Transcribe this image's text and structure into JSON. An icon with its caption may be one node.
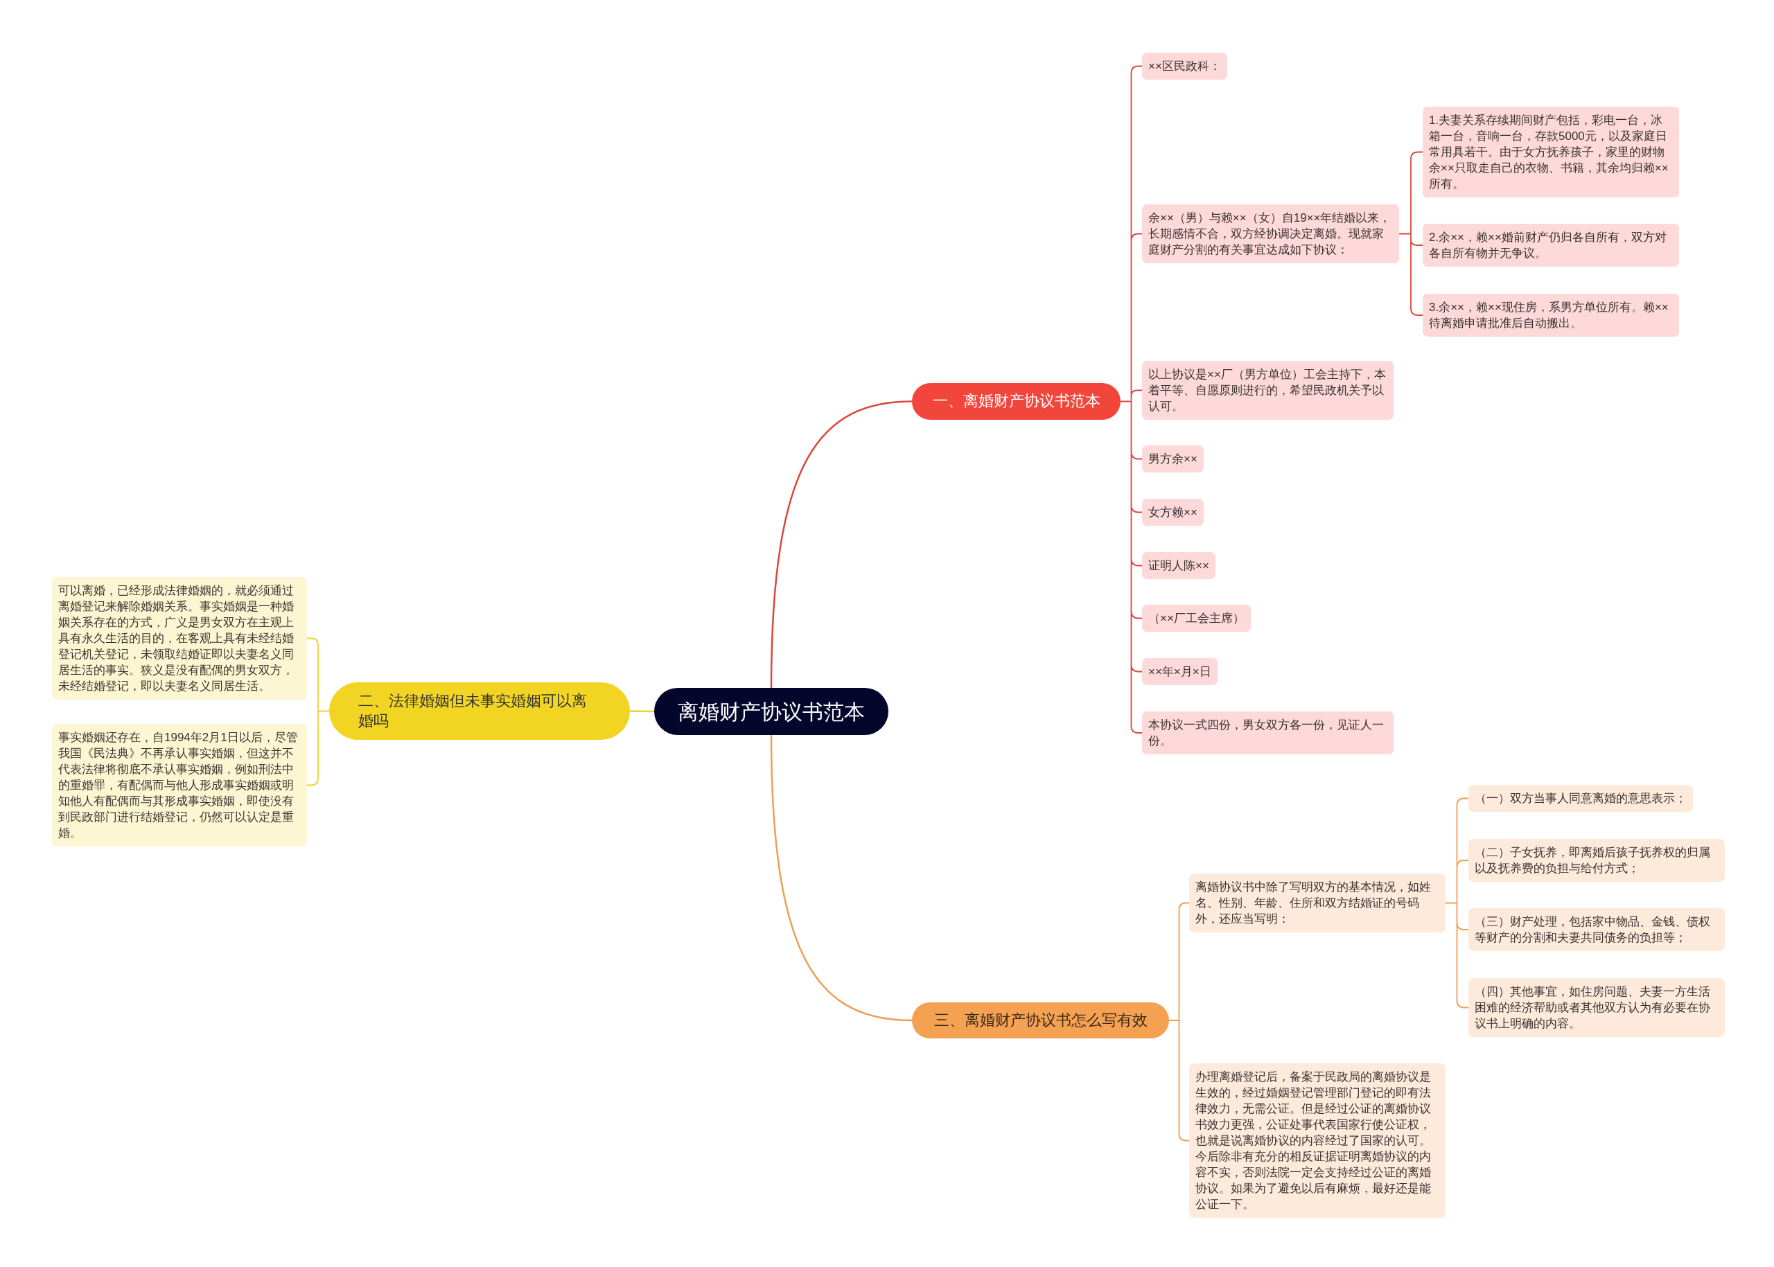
{
  "diagram": {
    "nodes": [
      {
        "text": [
          "离婚财产协议书范本"
        ]
      },
      {
        "text": [
          "一、离婚财产协议书范本"
        ]
      },
      {
        "text": [
          "××区民政科："
        ]
      },
      {
        "text": [
          "余××（男）与赖××（女）自19××年结婚以来，长期感情不合，双方经协调决定离婚。现就家庭财产分割的有关事宜达成如下协议："
        ]
      },
      {
        "text": [
          "1.夫妻关系存续期间财产包括，彩电一台，冰箱一台，音响一台，存款5000元，以及家庭日常用具若干。由于女方抚养孩子，家里的财物余××只取走自己的衣物、书籍，其余均归赖××所有。"
        ]
      },
      {
        "text": [
          "2.余××，赖××婚前财产仍归各自所有，双方对各自所有物并无争议。"
        ]
      },
      {
        "text": [
          "3.余××，赖××现住房，系男方单位所有。赖××待离婚申请批准后自动搬出。"
        ]
      },
      {
        "text": [
          "以上协议是××厂（男方单位）工会主持下，本着平等、自愿原则进行的，希望民政机关予以认可。"
        ]
      },
      {
        "text": [
          "男方余××"
        ]
      },
      {
        "text": [
          "女方赖××"
        ]
      },
      {
        "text": [
          "证明人陈××"
        ]
      },
      {
        "text": [
          "（××厂工会主席）"
        ]
      },
      {
        "text": [
          "××年×月×日"
        ]
      },
      {
        "text": [
          "本协议一式四份，男女双方各一份，见证人一份。"
        ]
      },
      {
        "text": [
          "二、法律婚姻但未事实婚姻可以离婚吗"
        ]
      },
      {
        "text": [
          "可以离婚，已经形成法律婚姻的，就必须通过离婚登记来解除婚姻关系。事实婚姻是一种婚姻关系存在的方式，广义是男女双方在主观上具有永久生活的目的，在客观上具有未经结婚登记机关登记，未领取结婚证即以夫妻名义同居生活的事实。狭义是没有配偶的男女双方，未经结婚登记，即以夫妻名义同居生活。"
        ]
      },
      {
        "text": [
          "事实婚姻还存在，自1994年2月1日以后，尽管我国《民法典》不再承认事实婚姻，但这并不代表法律将彻底不承认事实婚姻，例如刑法中的重婚罪，有配偶而与他人形成事实婚姻或明知他人有配偶而与其形成事实婚姻，即使没有到民政部门进行结婚登记，仍然可以认定是重婚。"
        ]
      },
      {
        "text": [
          "三、离婚财产协议书怎么写有效"
        ]
      },
      {
        "text": [
          "离婚协议书中除了写明双方的基本情况，如姓名、性别、年龄、住所和双方结婚证的号码外，还应当写明："
        ]
      },
      {
        "text": [
          "（一）双方当事人同意离婚的意思表示；"
        ]
      },
      {
        "text": [
          "（二）子女抚养，即离婚后孩子抚养权的归属以及抚养费的负担与给付方式；"
        ]
      },
      {
        "text": [
          "（三）财产处理，包括家中物品、金钱、债权等财产的分割和夫妻共同债务的负担等；"
        ]
      },
      {
        "text": [
          "（四）其他事宜，如住房问题、夫妻一方生活困难的经济帮助或者其他双方认为有必要在协议书上明确的内容。"
        ]
      },
      {
        "text": [
          "办理离婚登记后，备案于民政局的离婚协议是生效的，经过婚姻登记管理部门登记的即有法律效力，无需公证。但是经过公证的离婚协议书效力更强，公证处事代表国家行使公证权，也就是说离婚协议的内容经过了国家的认可。今后除非有充分的相反证据证明离婚协议的内容不实，否则法院一定会支持经过公证的离婚协议。如果为了避免以后有麻烦，最好还是能公证一下。"
        ]
      }
    ],
    "edges": [
      {
        "from": 0,
        "to": 1,
        "arrow": "none"
      },
      {
        "from": 1,
        "to": 2,
        "arrow": "none"
      },
      {
        "from": 1,
        "to": 3,
        "arrow": "none"
      },
      {
        "from": 3,
        "to": 4,
        "arrow": "none"
      },
      {
        "from": 3,
        "to": 5,
        "arrow": "none"
      },
      {
        "from": 3,
        "to": 6,
        "arrow": "none"
      },
      {
        "from": 1,
        "to": 7,
        "arrow": "none"
      },
      {
        "from": 1,
        "to": 8,
        "arrow": "none"
      },
      {
        "from": 1,
        "to": 9,
        "arrow": "none"
      },
      {
        "from": 1,
        "to": 10,
        "arrow": "none"
      },
      {
        "from": 1,
        "to": 11,
        "arrow": "none"
      },
      {
        "from": 1,
        "to": 12,
        "arrow": "none"
      },
      {
        "from": 1,
        "to": 13,
        "arrow": "none"
      },
      {
        "from": 0,
        "to": 14,
        "arrow": "none",
        "color": "#efd02c"
      },
      {
        "from": 14,
        "to": 15,
        "arrow": "none",
        "color": "#efd02c"
      },
      {
        "from": 14,
        "to": 16,
        "arrow": "none",
        "color": "#efd02c"
      },
      {
        "from": 0,
        "to": 17,
        "arrow": "none",
        "color": "#ee9f55"
      },
      {
        "from": 17,
        "to": 18,
        "arrow": "none",
        "color": "#ee9f55"
      },
      {
        "from": 18,
        "to": 19,
        "arrow": "none",
        "color": "#ee9f55"
      },
      {
        "from": 18,
        "to": 20,
        "arrow": "none",
        "color": "#ee9f55"
      },
      {
        "from": 18,
        "to": 21,
        "arrow": "none",
        "color": "#ee9f55"
      },
      {
        "from": 18,
        "to": 22,
        "arrow": "none",
        "color": "#ee9f55"
      },
      {
        "from": 17,
        "to": 23,
        "arrow": "none",
        "color": "#ee9f55"
      }
    ]
  }
}
